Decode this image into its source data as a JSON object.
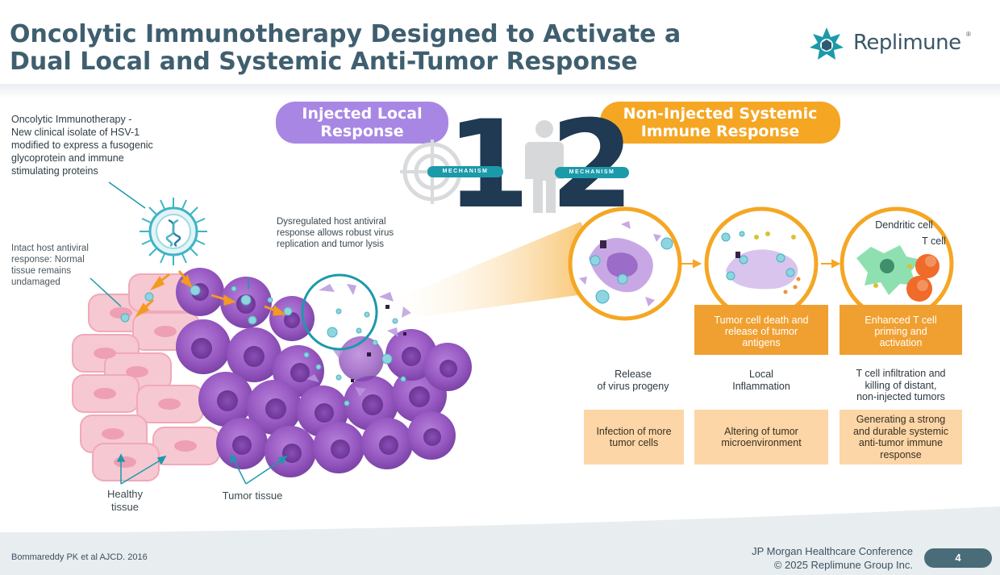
{
  "header": {
    "title_line1": "Oncolytic Immunotherapy Designed to Activate a",
    "title_line2": "Dual Local and Systemic Anti-Tumor Response",
    "logo_text": "Replimune",
    "logo_mark": "®"
  },
  "left": {
    "virus_note": [
      "Oncolytic Immunotherapy -",
      "New clinical isolate of HSV-1",
      "modified to express a fusogenic",
      "glycoprotein and immune",
      "stimulating proteins"
    ],
    "host_note": [
      "Intact host antiviral",
      "response: Normal",
      "tissue remains",
      "undamaged"
    ],
    "dysregulated_note": [
      "Dysregulated host antiviral",
      "response allows robust virus",
      "replication and tumor lysis"
    ],
    "healthy_label": [
      "Healthy",
      "tissue"
    ],
    "tumor_label": "Tumor tissue"
  },
  "mechanisms": {
    "local_title_line1": "Injected Local",
    "local_title_line2": "Response",
    "systemic_title_line1": "Non-Injected Systemic",
    "systemic_title_line2": "Immune Response",
    "number_1": "1",
    "number_2": "2",
    "tag_text": "MECHANISM"
  },
  "stages": {
    "dendritic_label": "Dendritic cell",
    "tcell_label": "T cell",
    "box2_lines": [
      "Tumor cell death and",
      "release of tumor",
      "antigens"
    ],
    "box3_lines": [
      "Enhanced T cell",
      "priming and",
      "activation"
    ],
    "mid1_lines": [
      "Release",
      "of virus progeny"
    ],
    "mid2_lines": [
      "Local",
      "Inflammation"
    ],
    "mid3_lines": [
      "T cell infiltration and",
      "killing of distant,",
      "non-injected tumors"
    ],
    "bottom1_lines": [
      "Infection of more",
      "tumor cells"
    ],
    "bottom2_lines": [
      "Altering of tumor",
      "microenvironment"
    ],
    "bottom3_lines": [
      "Generating a strong",
      "and durable systemic",
      "anti-tumor immune",
      "response"
    ]
  },
  "footer": {
    "citation": "Bommareddy PK et al AJCD. 2016",
    "conference": "JP Morgan Healthcare Conference",
    "copyright": "© 2025 Replimune Group Inc.",
    "page": "4"
  },
  "colors": {
    "title": "#3f5f6f",
    "purple": "#a887e4",
    "orange": "#f5a623",
    "teal": "#1b9aaa",
    "navy": "#1f3a52"
  }
}
